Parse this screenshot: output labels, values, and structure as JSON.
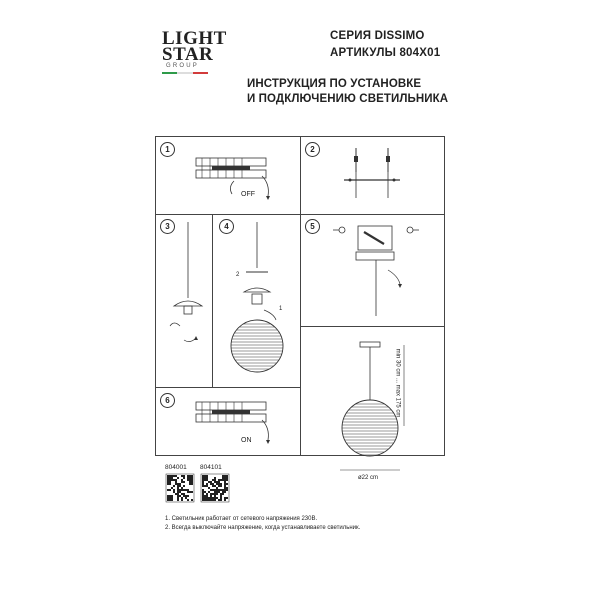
{
  "logo": {
    "line1": "LIGHT",
    "line2": "STAR",
    "group": "GROUP"
  },
  "header": {
    "series": "СЕРИЯ DISSIMO",
    "articles": "АРТИКУЛЫ 804X01"
  },
  "title": {
    "line1": "ИНСТРУКЦИЯ ПО УСТАНОВКЕ",
    "line2": "И ПОДКЛЮЧЕНИЮ СВЕТИЛЬНИКА"
  },
  "steps": [
    "1",
    "2",
    "3",
    "4",
    "5",
    "6"
  ],
  "labels": {
    "off": "OFF",
    "on": "ON",
    "n1": "1",
    "n2": "2",
    "min_len": "min 30 cm ... max 175 cm",
    "diameter": "ø22 cm"
  },
  "codes": [
    "804001",
    "804101"
  ],
  "notes": [
    "1. Светильник работает от сетевого напряжения 230В.",
    "2. Всегда выключайте напряжение, когда устанавливаете светильник."
  ]
}
